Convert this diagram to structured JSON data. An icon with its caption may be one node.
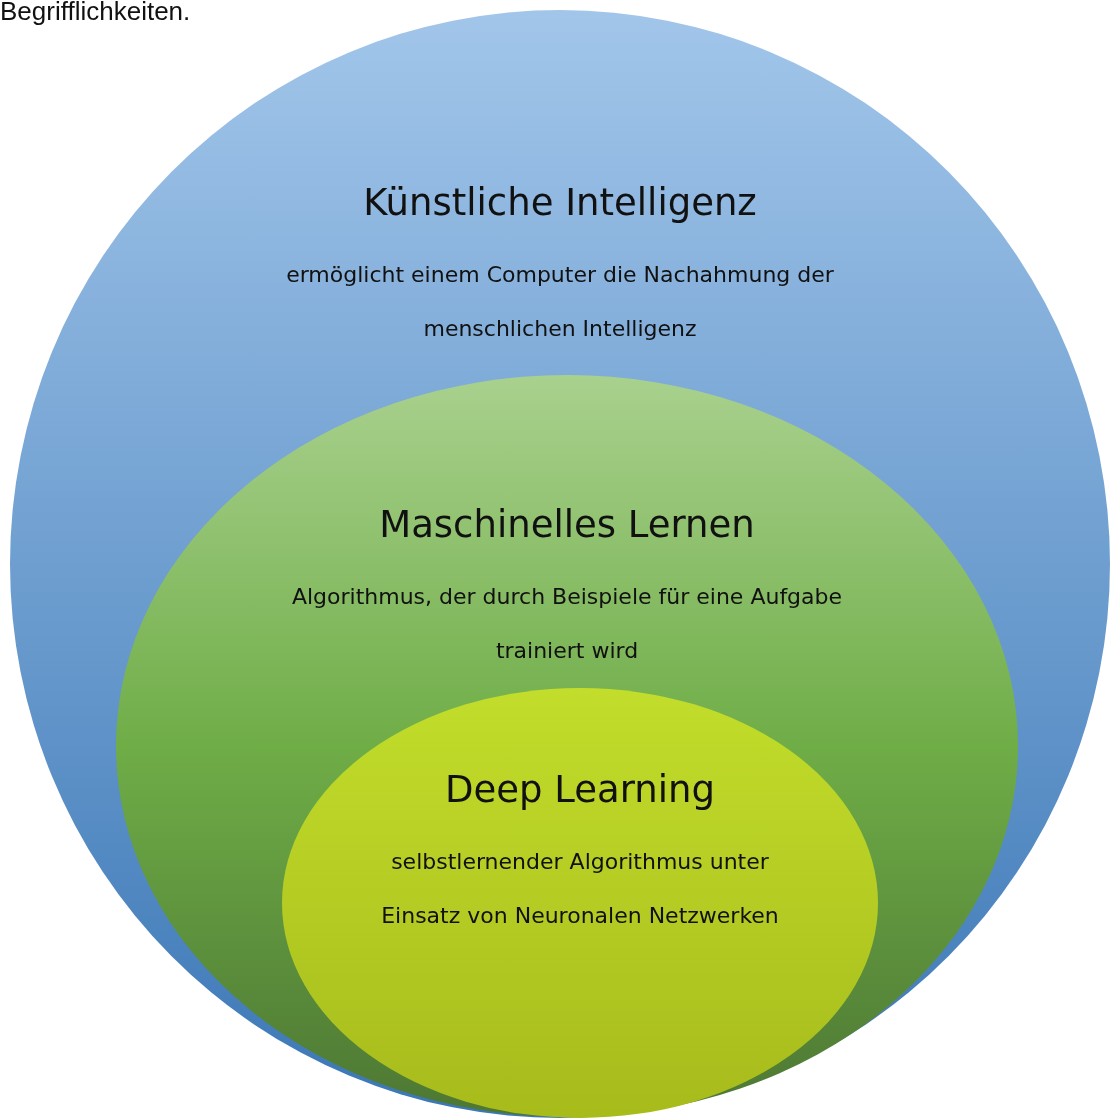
{
  "diagram": {
    "nodes": [
      {
        "text": [
          "Künstliche Intelligenz",
          "ermöglicht einem Computer die Nachahmung der menschlichen Intelligenz"
        ]
      },
      {
        "text": [
          "Maschinelles Lernen",
          "Algorithmus, der durch Beispiele für eine Aufgabe trainiert wird"
        ],
        "in": 0
      },
      {
        "text": [
          "Deep Learning",
          "selbstlernender Algorithmus unter Einsatz von Neuronalen Netzwerken"
        ],
        "in": 1
      }
    ],
    "labels": [
      "Begrifflichkeiten."
    ]
  }
}
